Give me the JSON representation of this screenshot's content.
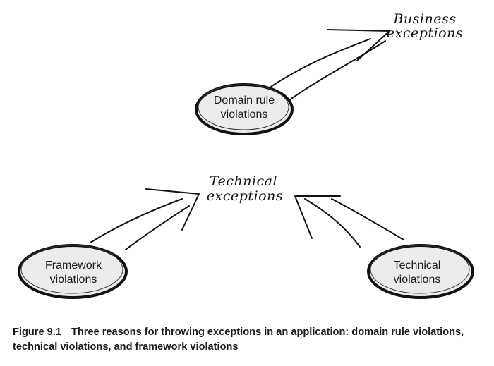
{
  "nodes": {
    "domain": {
      "line1": "Domain rule",
      "line2": "violations"
    },
    "framework": {
      "line1": "Framework",
      "line2": "violations"
    },
    "technical": {
      "line1": "Technical",
      "line2": "violations"
    }
  },
  "labels": {
    "business": {
      "line1": "Business",
      "line2": "exceptions"
    },
    "technical": {
      "line1": "Technical",
      "line2": "exceptions"
    }
  },
  "caption": {
    "figure": "Figure 9.1",
    "text": "Three reasons for throwing exceptions in an application: domain rule violations, technical violations, and framework violations"
  },
  "colors": {
    "node_fill": "#ececec",
    "stroke": "#111111"
  }
}
